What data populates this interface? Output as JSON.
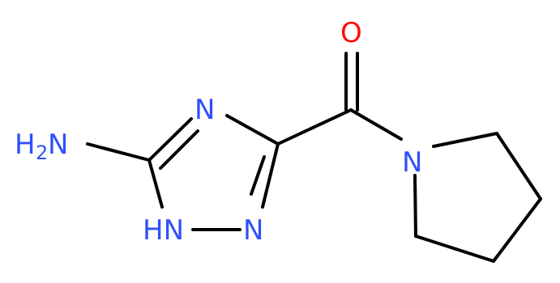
{
  "molecule": {
    "atoms": {
      "amine": {
        "main": "H",
        "sub": "2",
        "tail": "N"
      },
      "ring_n_top": "N",
      "ring_nh": "HN",
      "ring_n_right": "N",
      "carbonyl_o": "O",
      "pyrrolidine_n": "N"
    }
  },
  "colors": {
    "nitrogen": "#3050F8",
    "oxygen": "#FF0D0D",
    "bond": "#000000",
    "background": "#FFFFFF"
  }
}
